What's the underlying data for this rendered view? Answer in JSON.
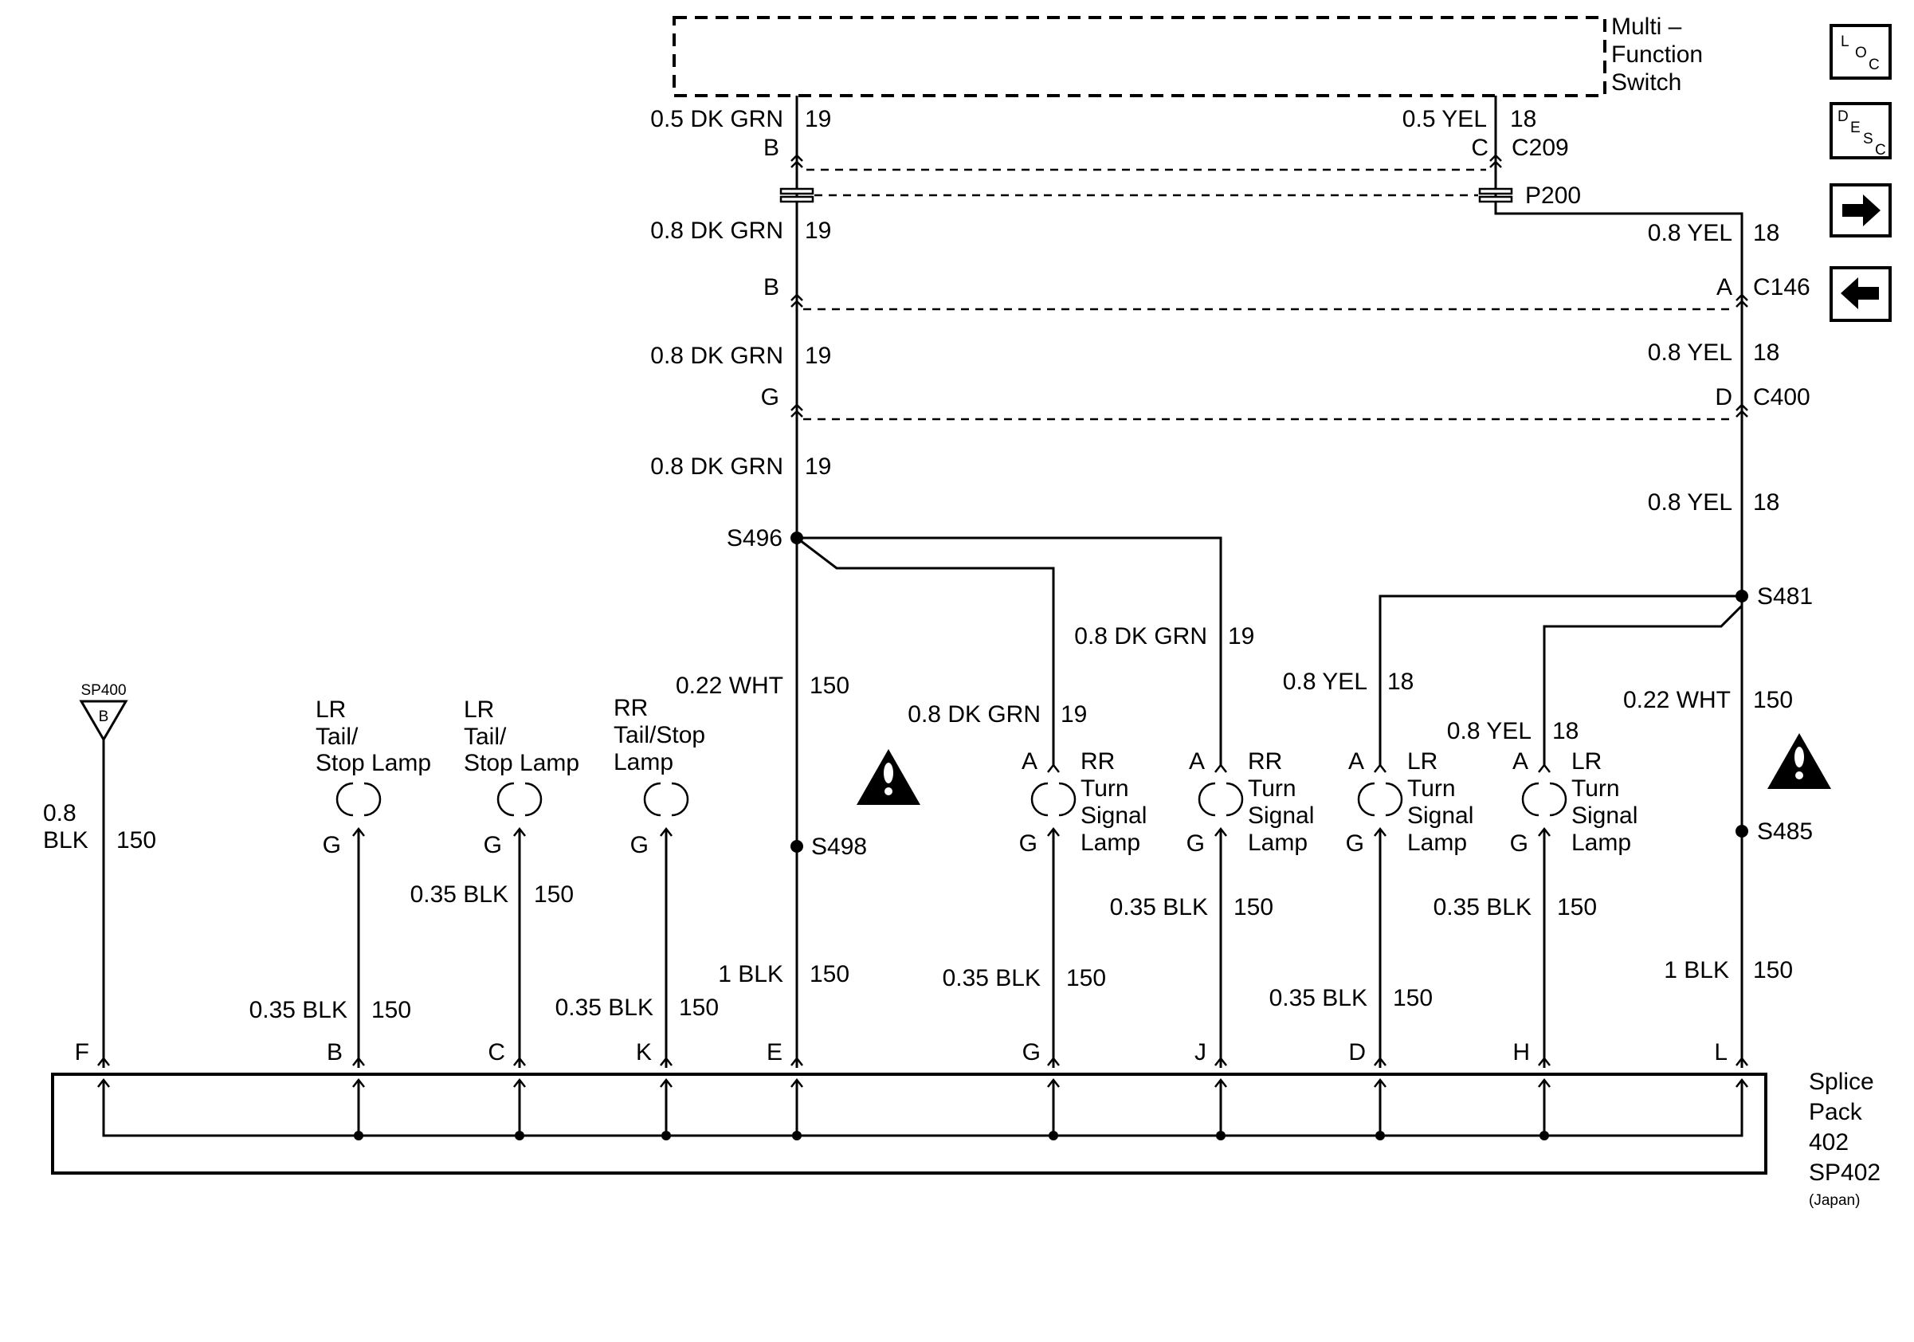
{
  "components": {
    "multi_function_switch": [
      "Multi –",
      "Function",
      "Switch"
    ],
    "splice_pack": [
      "Splice",
      "Pack",
      "402",
      "SP402"
    ],
    "splice_pack_note": "(Japan)",
    "sp400_label": "SP400",
    "sp400_pin": "B"
  },
  "connectors": {
    "c209": "C209",
    "p200": "P200",
    "c146": "C146",
    "c400": "C400"
  },
  "splices": {
    "s496": "S496",
    "s498": "S498",
    "s481": "S481",
    "s485": "S485"
  },
  "top_section": {
    "left_wire_1": "0.5 DK GRN",
    "left_circuit_1": "19",
    "left_pin_c209": "B",
    "right_wire_1": "0.5 YEL",
    "right_circuit_1": "18",
    "right_pin_c209": "C",
    "left_wire_2": "0.8 DK GRN",
    "left_circuit_2": "19",
    "right_wire_2": "0.8 YEL",
    "right_circuit_2": "18",
    "left_pin_c146": "B",
    "right_pin_c146": "A",
    "left_wire_3": "0.8 DK GRN",
    "left_circuit_3": "19",
    "right_wire_3": "0.8 YEL",
    "right_circuit_3": "18",
    "left_pin_c400": "G",
    "right_pin_c400": "D",
    "left_wire_4": "0.8 DK GRN",
    "left_circuit_4": "19",
    "right_wire_4": "0.8 YEL",
    "right_circuit_4": "18"
  },
  "branch_labels": {
    "dkgrn_branch_a": "0.8 DK GRN",
    "dkgrn_branch_a_circuit": "19",
    "dkgrn_branch_b": "0.8 DK GRN",
    "dkgrn_branch_b_circuit": "19",
    "yel_branch_a": "0.8 YEL",
    "yel_branch_a_circuit": "18",
    "yel_branch_b": "0.8 YEL",
    "yel_branch_b_circuit": "18",
    "wht_left": "0.22 WHT",
    "wht_left_circuit": "150",
    "wht_right": "0.22 WHT",
    "wht_right_circuit": "150"
  },
  "lamps": {
    "lr_tail_1": [
      "LR",
      "Tail/",
      "Stop Lamp"
    ],
    "lr_tail_2": [
      "LR",
      "Tail/",
      "Stop Lamp"
    ],
    "rr_tail": [
      "RR",
      "Tail/Stop",
      "Lamp"
    ],
    "rr_turn_1": [
      "RR",
      "Turn",
      "Signal",
      "Lamp"
    ],
    "rr_turn_2": [
      "RR",
      "Turn",
      "Signal",
      "Lamp"
    ],
    "lr_turn_1": [
      "LR",
      "Turn",
      "Signal",
      "Lamp"
    ],
    "lr_turn_2": [
      "LR",
      "Turn",
      "Signal",
      "Lamp"
    ],
    "pin_g": "G",
    "pin_a": "A"
  },
  "ground_wires": {
    "sp400_wire": [
      "0.8",
      "BLK"
    ],
    "sp400_circuit": "150",
    "w_b": "0.35 BLK",
    "w_b_circuit": "150",
    "w_c": "0.35 BLK",
    "w_c_circuit": "150",
    "w_k": "0.35 BLK",
    "w_k_circuit": "150",
    "w_e": "1 BLK",
    "w_e_circuit": "150",
    "w_g": "0.35 BLK",
    "w_g_circuit": "150",
    "w_j": "0.35 BLK",
    "w_j_circuit": "150",
    "w_d": "0.35 BLK",
    "w_d_circuit": "150",
    "w_h": "0.35 BLK",
    "w_h_circuit": "150",
    "w_l": "1 BLK",
    "w_l_circuit": "150"
  },
  "splice_pins": {
    "f": "F",
    "b": "B",
    "c": "C",
    "k": "K",
    "e": "E",
    "g": "G",
    "j": "J",
    "d": "D",
    "h": "H",
    "l": "L"
  },
  "nav": {
    "loc": [
      "L",
      "O",
      "C"
    ],
    "desc": [
      "D",
      "E",
      "S",
      "C"
    ]
  }
}
